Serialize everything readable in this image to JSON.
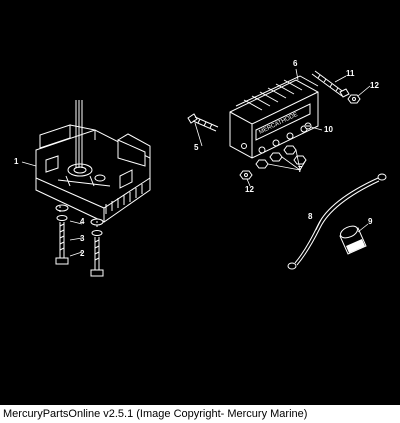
{
  "diagram": {
    "callouts": {
      "c1": "1",
      "c2": "2",
      "c3": "3",
      "c4": "4",
      "c5": "5",
      "c6": "6",
      "c7": "7",
      "c8": "8",
      "c9": "9",
      "c10": "10",
      "c11": "11",
      "c12a": "12",
      "c12b": "12"
    },
    "regulator_label": "MERCATHODE"
  },
  "footer": {
    "caption": "MercuryPartsOnline v2.5.1 (Image Copyright- Mercury Marine)"
  }
}
